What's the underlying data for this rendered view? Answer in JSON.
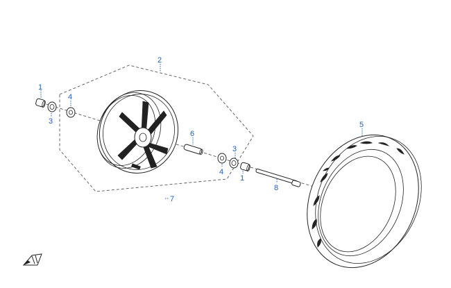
{
  "diagram": {
    "callouts": {
      "c1a": "1",
      "c2": "2",
      "c3a": "3",
      "c4a": "4",
      "c5": "5",
      "c6": "6",
      "c3b": "3",
      "c4b": "4",
      "c1b": "1",
      "c7": "7",
      "c8": "8"
    }
  }
}
